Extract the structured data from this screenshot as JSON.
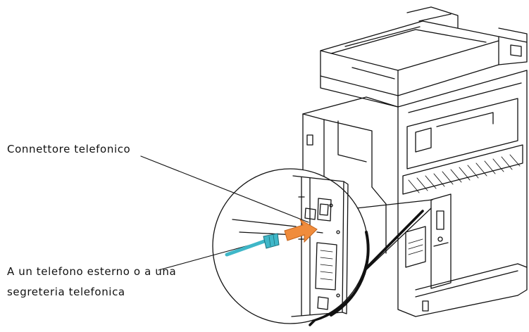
{
  "callouts": {
    "phone_connector": "Connettore telefonico",
    "external_phone_line1": "A un telefono esterno o a una",
    "external_phone_line2": "segreteria telefonica"
  },
  "colors": {
    "line": "#111111",
    "cable": "#3fb7c8",
    "arrow": "#f08c3c",
    "background": "#ffffff"
  },
  "icons": {
    "device": "printer-rear-view",
    "cable": "phone-cable-plug",
    "insert_arrow": "insert-arrow"
  }
}
